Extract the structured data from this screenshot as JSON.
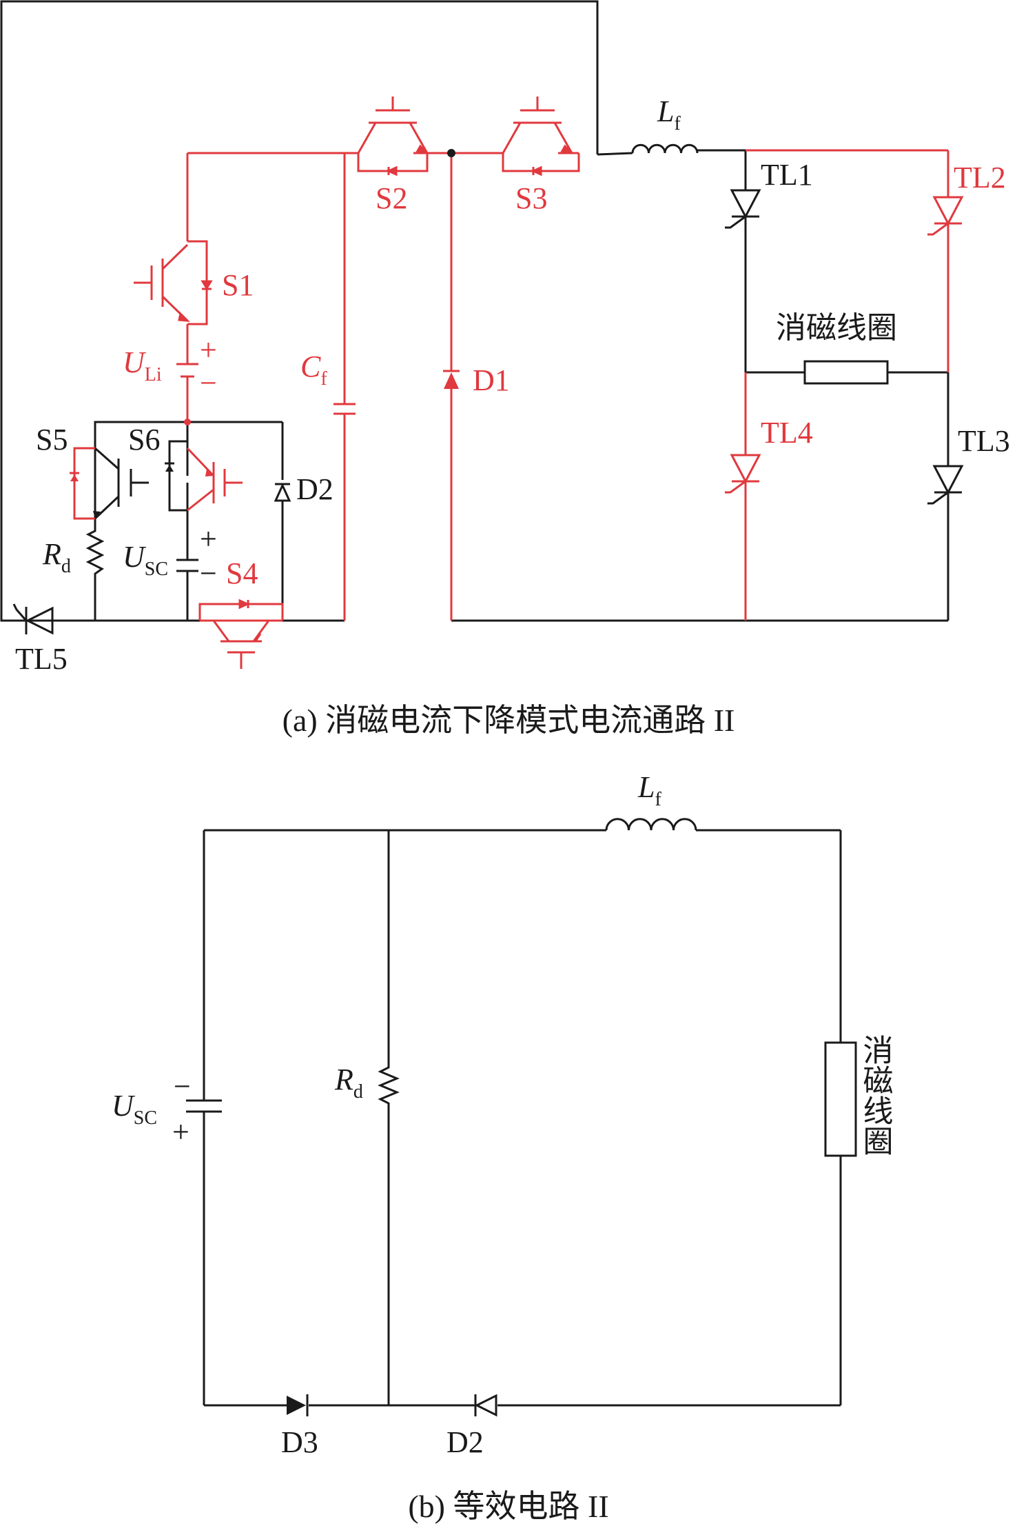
{
  "diagram_a": {
    "caption": "(a) 消磁电流下降模式电流通路 II",
    "labels": {
      "S1": "S1",
      "S2": "S2",
      "S3": "S3",
      "S4": "S4",
      "S5": "S5",
      "S6": "S6",
      "D1": "D1",
      "D2": "D2",
      "TL1": "TL1",
      "TL2": "TL2",
      "TL3": "TL3",
      "TL4": "TL4",
      "TL5": "TL5",
      "Lf_main": "L",
      "Lf_sub": "f",
      "Cf_main": "C",
      "Cf_sub": "f",
      "ULi_main": "U",
      "ULi_sub": "Li",
      "USC_main": "U",
      "USC_sub": "SC",
      "Rd_main": "R",
      "Rd_sub": "d",
      "coil": "消磁线圈",
      "plus": "+",
      "minus": "−"
    },
    "colors": {
      "active_path": "#e0393e",
      "inactive_path": "#1a1a1a"
    }
  },
  "diagram_b": {
    "caption": "(b) 等效电路 II",
    "labels": {
      "Lf_main": "L",
      "Lf_sub": "f",
      "Rd_main": "R",
      "Rd_sub": "d",
      "USC_main": "U",
      "USC_sub": "SC",
      "coil": "消磁线圈",
      "D2": "D2",
      "D3": "D3",
      "plus": "+",
      "minus": "−"
    }
  }
}
